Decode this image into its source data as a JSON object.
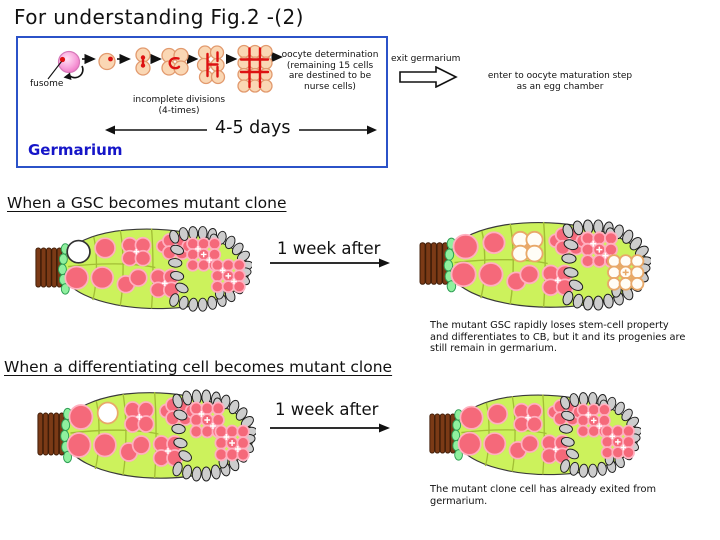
{
  "title": "For understanding Fig.2 -(2)",
  "overview_box": {
    "fusome_label": "fusome",
    "oocyte_note": "oocyte determination\n(remaining 15 cells\nare destined to be\nnurse cells)",
    "incomplete_divisions": "incomplete divisions\n(4-times)",
    "duration": "4-5 days",
    "germarium_label": "Germarium",
    "exit_label": "exit germarium",
    "enter_note": "enter to oocyte maturation step\nas an egg chamber"
  },
  "sections": [
    {
      "heading": "When a GSC becomes mutant clone",
      "arrow_label": "1 week after",
      "caption": "The mutant GSC rapidly loses stem-cell property\nand differentiates to CB, but it and its progenies are\nstill remain in germarium."
    },
    {
      "heading": "When a differentiating cell becomes mutant clone",
      "arrow_label": "1 week after",
      "caption": "The mutant clone cell has already exited from\ngermarium."
    }
  ],
  "colors": {
    "box_border": "#2B52C8",
    "germarium_label": "#1515C8",
    "fusome_red": "#DD1111",
    "gsc_pink": "#EE6CC0",
    "peach_fill": "#FAD7B4",
    "peach_stroke": "#E29A6E",
    "germ_pink": "#F5697A",
    "germ_pink_stroke": "#FFB0C0",
    "body_green": "#CCF25C",
    "wall_olive": "#A2BE35",
    "cap_green": "#8FF09E",
    "filament_brown": "#7B3A16",
    "follicle_gray": "#CDCDCD",
    "mutant_white": "#FFFFFF",
    "mutant_stroke": "#E8A868"
  }
}
